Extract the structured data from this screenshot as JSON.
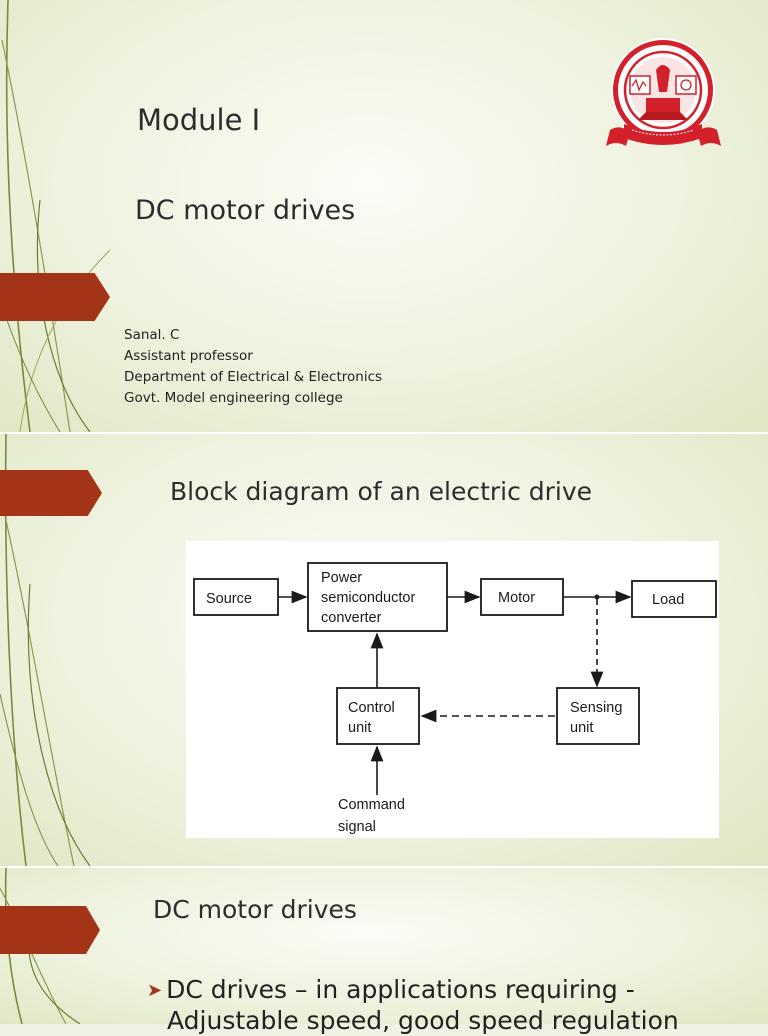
{
  "slides": [
    {
      "title": "Module I",
      "subtitle": "DC motor drives",
      "author_lines": [
        "Sanal. C",
        "Assistant professor",
        "Department of Electrical & Electronics",
        "Govt. Model engineering college"
      ]
    },
    {
      "title": "Block diagram of an electric drive",
      "diagram": {
        "source": "Source",
        "converter": [
          "Power",
          "semiconductor",
          "converter"
        ],
        "motor": "Motor",
        "load": "Load",
        "control": [
          "Control",
          "unit"
        ],
        "sensing": [
          "Sensing",
          "unit"
        ],
        "command": [
          "Command",
          "signal"
        ]
      }
    },
    {
      "title": "DC motor drives",
      "bullet": "DC drives – in applications requiring -",
      "bullet_cont": "Adjustable speed, good speed regulation"
    }
  ],
  "colors": {
    "accent": "#a33418",
    "background": "#eef2de",
    "logo_red": "#d3202a"
  },
  "icons": {
    "bullet": "arrow-bullet-icon",
    "logo": "college-emblem-icon"
  }
}
